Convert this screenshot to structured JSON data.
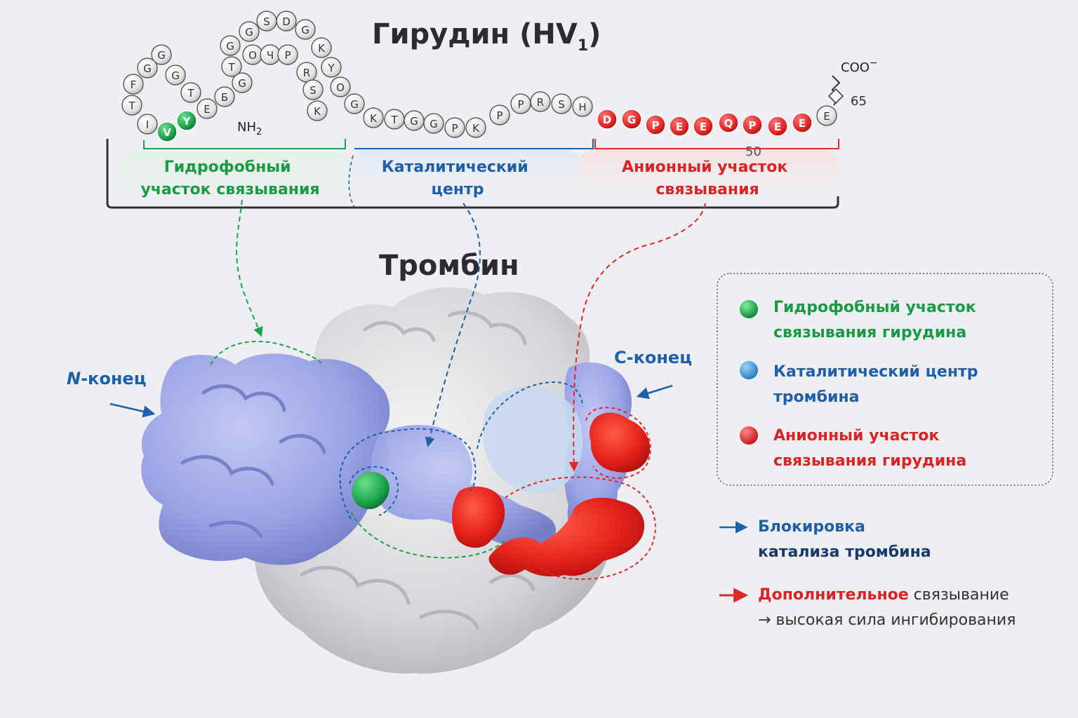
{
  "hirudin": {
    "title_main": "Гирудин (HV",
    "title_sub": "1",
    "title_close": ")",
    "terminus_n": "NH",
    "terminus_n_sub": "2",
    "terminus_c": "COO",
    "terminus_c_sup": "−",
    "position_50": "50",
    "position_65": "65",
    "residues": [
      "I",
      "V",
      "Y",
      "T",
      "G",
      "G",
      "G",
      "F",
      "T",
      "E",
      "Б",
      "G",
      "T",
      "G",
      "G",
      "S",
      "D",
      "G",
      "K",
      "Y",
      "O",
      "G",
      "K",
      "T",
      "G",
      "G",
      "P",
      "K",
      "P",
      "P",
      "R",
      "S",
      "H",
      "D",
      "G",
      "P",
      "E",
      "E",
      "Q",
      "P",
      "E",
      "E",
      "E",
      "O",
      "Ч",
      "P",
      "R",
      "S",
      "K"
    ],
    "regions": {
      "hydrophobic": "Гидрофобный участок связывания",
      "hydrophobic_line1": "Гидрофобный",
      "hydrophobic_line2": "участок связывания",
      "catalytic_line1": "Каталитический",
      "catalytic_line2": "центр",
      "anionic_line1": "Анионный участок",
      "anionic_line2": "связывания"
    }
  },
  "thrombin": {
    "title": "Тромбин",
    "n_terminus_prefix": "N",
    "n_terminus_suffix": "-конец",
    "c_terminus": "С-конец"
  },
  "legend": {
    "items": [
      {
        "line1": "Гидрофобный участок",
        "line2": "связывания гирудина",
        "color": "#1aa34a"
      },
      {
        "line1": "Каталитический центр",
        "line2": "тромбина",
        "color": "#3a8fd0"
      },
      {
        "line1": "Анионный участок",
        "line2": "связывания гирудина",
        "color": "#e02828"
      }
    ],
    "blocking_line1": "Блокировка",
    "blocking_line2": "катализа тромбина",
    "additional_red": "Дополнительное",
    "additional_rest": " связывание",
    "inhibition": "→ высокая сила ингибирования"
  },
  "colors": {
    "green": "#1aa34a",
    "blue": "#1f5fa8",
    "red": "#e02828",
    "lavender": "#9da6e6",
    "gray_surface": "#d9d9dc"
  }
}
